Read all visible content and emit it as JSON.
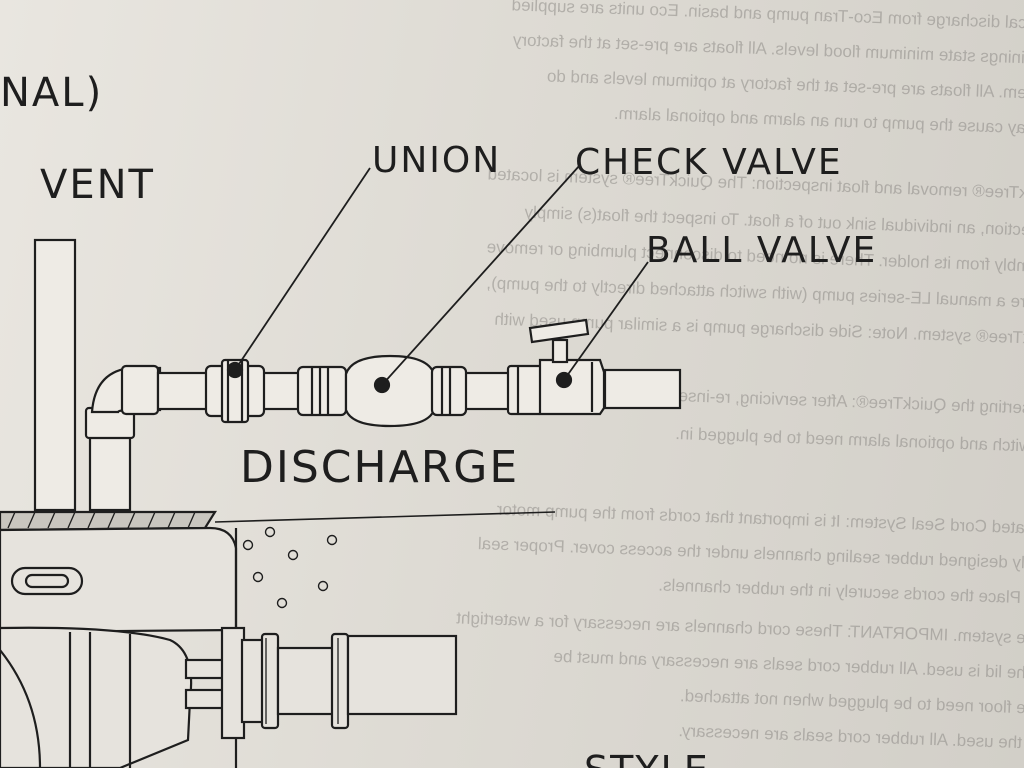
{
  "diagram": {
    "labels": {
      "optional_fragment": "NAL)",
      "vent": "VENT",
      "union": "UNION",
      "check_valve": "CHECK VALVE",
      "ball_valve": "BALL VALVE",
      "discharge": "DISCHARGE",
      "style_fragment": "STYLE"
    }
  },
  "bleed_through": [
    "gical discharge from Eco-Tran pump and basin. Eco units are supplied",
    "rainings state minimum flood levels. All floats are pre-set at the factory",
    "stem. All floats are pre-set at the factory at optimum levels and do",
    "may cause the pump to run an alarm and optional alarm.",
    "ickTree® removal and float inspection: The QuickTree® system is located",
    "nection, an individual sink out of a float. To inspect the float(s) simply",
    "embly from its holder. There is no need to disconnect plumbing or remove",
    "ture a manual LE-series pump (with switch attached directly to the pump),",
    "ckTree® system. Note: Side discharge pump is a similar pump used with",
    "nserting the QuickTree®: After servicing, re-insert the floats, re-install",
    "switch and optional alarm need to be plugged in.",
    "grated Cord Seal System: It is important that cords from the pump motor",
    "erly designed rubber sealing channels under the access cover. Proper seal",
    "g. Place the cords securely in the rubber channels.",
    "the system. IMPORTANT: These cord channels are necessary for a watertight",
    "t the lid is used. All rubber cord seals are necessary and must be",
    "the floor need to be plugged when not attached.",
    "in the used. All rubber cord seals are necessary."
  ]
}
